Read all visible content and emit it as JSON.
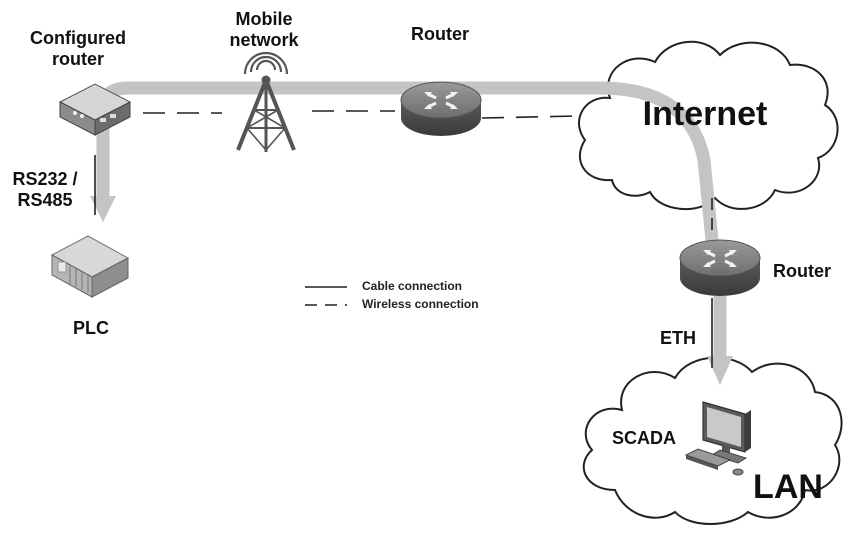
{
  "nodes": {
    "configured_router": {
      "line1": "Configured",
      "line2": "router"
    },
    "mobile_network": {
      "line1": "Mobile",
      "line2": "network"
    },
    "router_top": "Router",
    "internet": "Internet",
    "router_right": "Router",
    "plc": "PLC",
    "scada": "SCADA",
    "lan": "LAN"
  },
  "links": {
    "serial": {
      "line1": "RS232 /",
      "line2": "RS485"
    },
    "eth": "ETH"
  },
  "legend": {
    "cable": "Cable connection",
    "wireless": "Wireless connection"
  }
}
